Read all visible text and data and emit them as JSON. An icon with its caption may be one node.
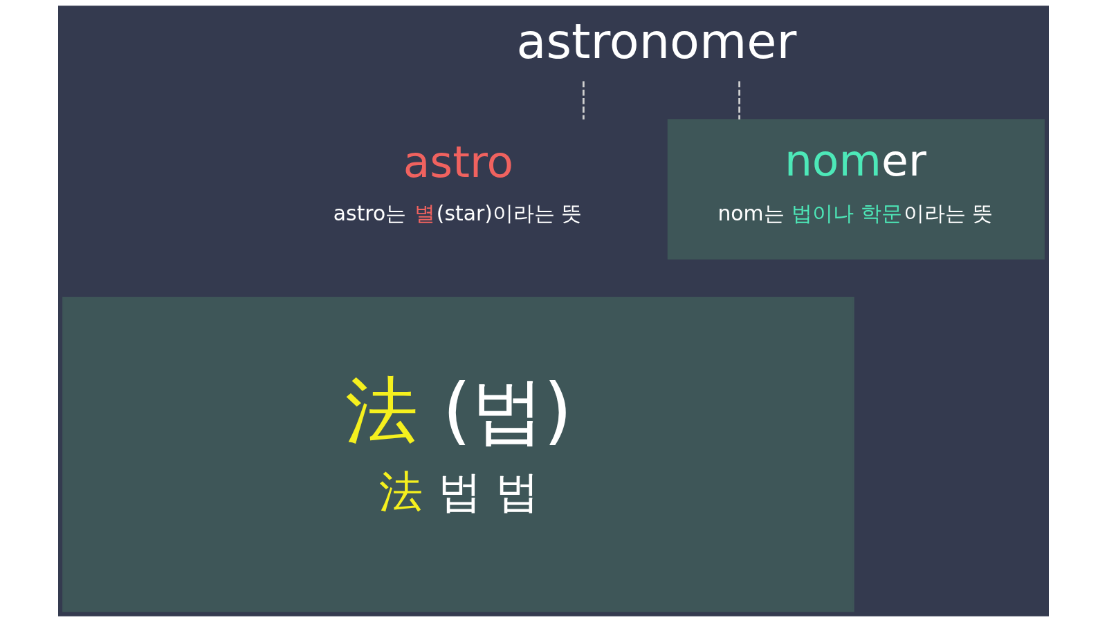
{
  "diagram": {
    "nodes": [
      {
        "text": [
          "astronomer"
        ]
      },
      {
        "text": [
          "astro",
          "astro는 별(star)이라는 뜻"
        ]
      },
      {
        "text": [
          "nomer",
          "nom는 법이나 학문이라는 뜻"
        ]
      },
      {
        "text": [
          "法 (법)",
          "法 법 법"
        ]
      }
    ],
    "edges": [
      {
        "from": 0,
        "to": 1,
        "arrow": "none",
        "style": "dashed"
      },
      {
        "from": 0,
        "to": 2,
        "arrow": "none",
        "style": "dashed"
      }
    ]
  }
}
